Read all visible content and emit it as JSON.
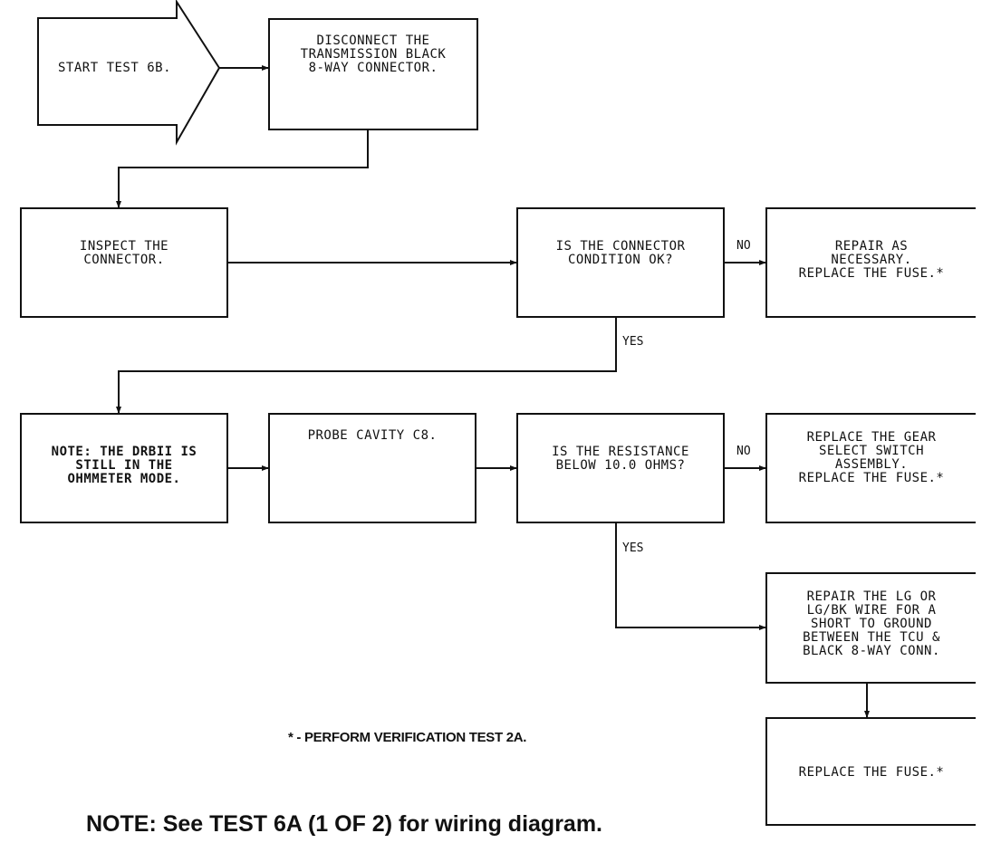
{
  "start": "START TEST 6B.",
  "nodes": {
    "disconnect": "DISCONNECT THE\nTRANSMISSION BLACK\n8-WAY CONNECTOR.",
    "inspect": "INSPECT THE\nCONNECTOR.",
    "connector_ok": "IS THE CONNECTOR\nCONDITION OK?",
    "repair_necessary": "REPAIR AS\nNECESSARY.\nREPLACE THE FUSE.*",
    "note_drbii": "NOTE: THE DRBII IS\nSTILL IN THE\nOHMMETER MODE.",
    "probe": "PROBE CAVITY C8.",
    "resistance": "IS THE RESISTANCE\nBELOW 10.0 OHMS?",
    "replace_switch": "REPLACE THE GEAR\nSELECT SWITCH\nASSEMBLY.\nREPLACE THE FUSE.*",
    "repair_wire": "REPAIR THE LG OR\nLG/BK WIRE FOR A\nSHORT TO GROUND\nBETWEEN THE TCU &\nBLACK 8-WAY CONN.",
    "replace_fuse": "REPLACE THE FUSE.*"
  },
  "branch_labels": {
    "no_1": "NO",
    "yes_1": "YES",
    "no_2": "NO",
    "yes_2": "YES"
  },
  "footnote": "* - PERFORM VERIFICATION TEST 2A.",
  "bottom_note": "NOTE: See TEST 6A (1 OF 2) for wiring diagram."
}
